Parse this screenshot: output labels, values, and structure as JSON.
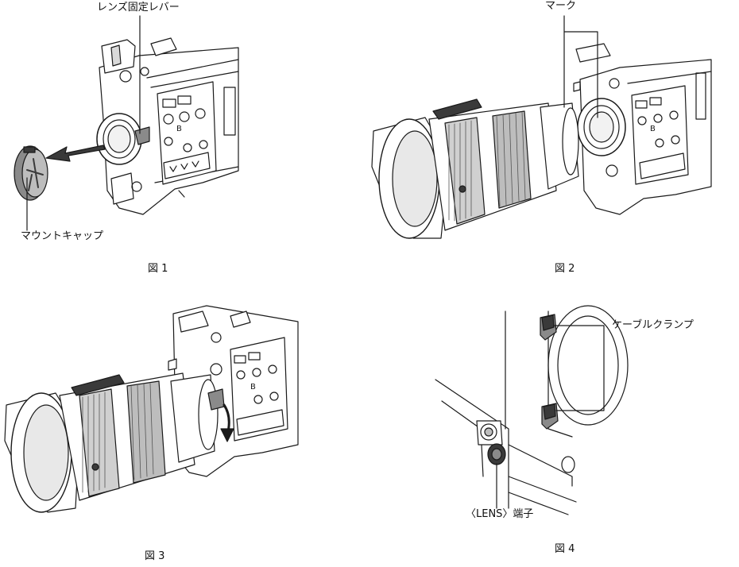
{
  "fig1": {
    "label_lever": "レンズ固定レバー",
    "label_cap": "マウントキャップ",
    "caption": "図 1"
  },
  "fig2": {
    "label_mark": "マーク",
    "caption": "図 2"
  },
  "fig3": {
    "caption": "図 3"
  },
  "fig4": {
    "label_clamp": "ケーブルクランプ",
    "label_terminal": "〈LENS〉端子",
    "caption": "図 4"
  },
  "colors": {
    "line": "#1a1a1a",
    "shade": "#8a8a8a",
    "dark": "#3a3a3a",
    "light": "#d9d9d9"
  }
}
